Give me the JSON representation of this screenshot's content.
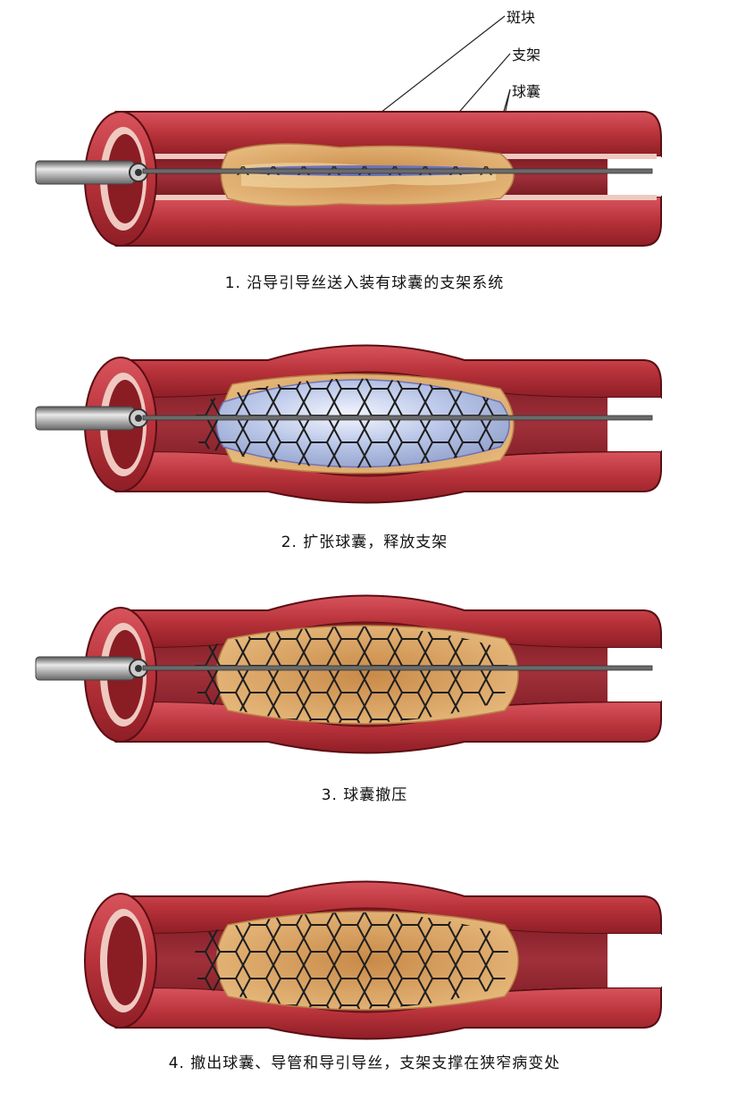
{
  "labels": {
    "plaque": "斑块",
    "stent": "支架",
    "balloon": "球囊"
  },
  "steps": [
    {
      "caption": "1. 沿导引导丝送入装有球囊的支架系统"
    },
    {
      "caption": "2. 扩张球囊，释放支架"
    },
    {
      "caption": "3. 球囊撤压"
    },
    {
      "caption": "4. 撤出球囊、导管和导引导丝，支架支撑在狭窄病变处"
    }
  ],
  "colors": {
    "vessel_wall": "#b8323a",
    "vessel_inner": "#e9b7ae",
    "plaque": "#d69a55",
    "plaque_light": "#f3dca8",
    "balloon": "#b9c6e8",
    "stent_mesh": "#222222",
    "catheter": "#8a8a8a"
  },
  "icons": [
    "vessel-illustration",
    "catheter-icon",
    "guidewire-icon",
    "stent-mesh-icon",
    "balloon-icon",
    "plaque-icon"
  ]
}
